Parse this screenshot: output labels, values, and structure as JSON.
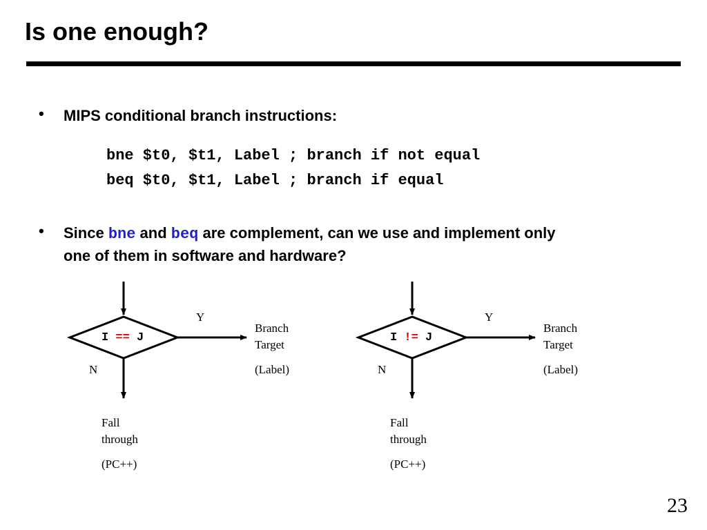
{
  "slide": {
    "title": "Is one enough?",
    "page_number": "23"
  },
  "bullets": [
    {
      "text": "MIPS conditional branch instructions:"
    },
    {
      "part1": "Since ",
      "kw1": "bne",
      "part2": " and ",
      "kw2": "beq",
      "part3": " are complement, can we use and implement only",
      "line2": "one of them in software and hardware?"
    }
  ],
  "code": [
    "bne $t0, $t1, Label ; branch if not equal",
    "beq $t0, $t1, Label ; branch if equal"
  ],
  "diagrams": [
    {
      "cond_left": "I ",
      "cond_op": "==",
      "cond_right": " J",
      "yes": "Y",
      "no": "N",
      "branch_line1": "Branch",
      "branch_line2": "Target",
      "branch_label": "(Label)",
      "fall_line1": "Fall",
      "fall_line2": "through",
      "fall_label": "(PC++)"
    },
    {
      "cond_left": "I ",
      "cond_op": "!=",
      "cond_right": " J",
      "yes": "Y",
      "no": "N",
      "branch_line1": "Branch",
      "branch_line2": "Target",
      "branch_label": "(Label)",
      "fall_line1": "Fall",
      "fall_line2": "through",
      "fall_label": "(PC++)"
    }
  ],
  "colors": {
    "keyword": "#1f1fcf",
    "operator": "#e00000"
  }
}
